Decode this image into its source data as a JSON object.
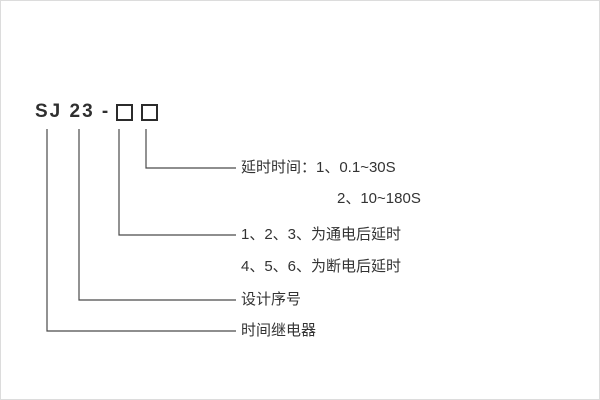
{
  "model": {
    "code_text": "SJ 23 -"
  },
  "annotations": {
    "delay_time": "延时时间：1、0.1~30S",
    "delay_time_2": "2、10~180S",
    "power_on_delay": "1、2、3、为通电后延时",
    "power_off_delay": "4、5、6、为断电后延时",
    "design_serial": "设计序号",
    "device_name": "时间继电器"
  }
}
